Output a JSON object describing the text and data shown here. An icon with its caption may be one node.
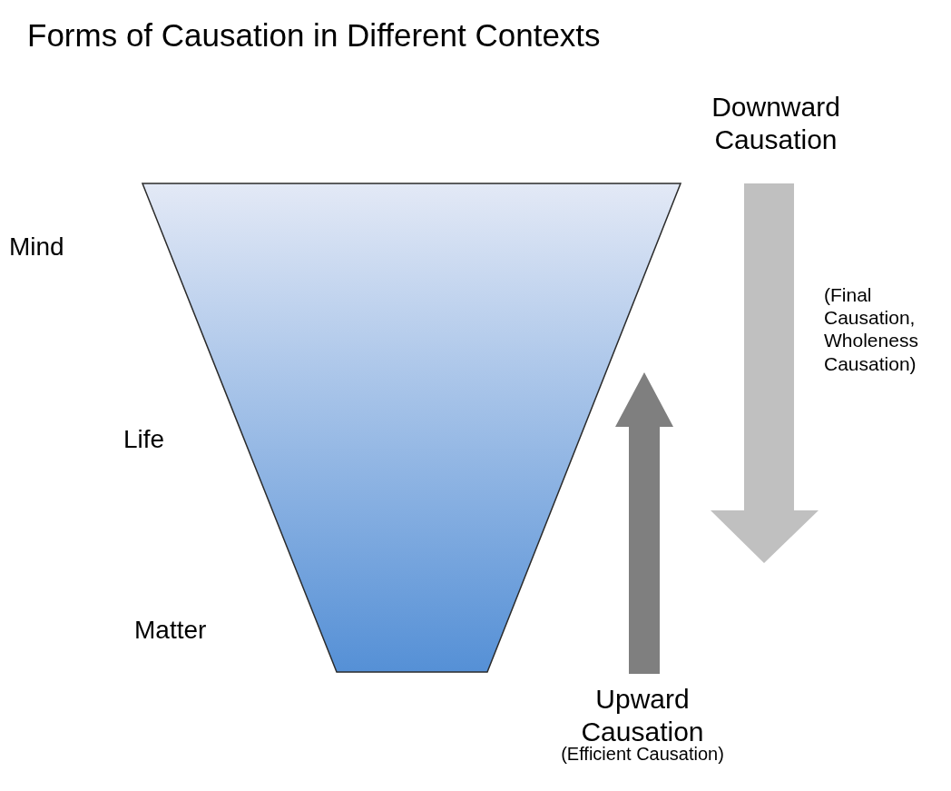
{
  "diagram": {
    "title": "Forms of Causation in Different Contexts",
    "labels": [
      "Mind",
      "Life",
      "Matter",
      "Downward Causation",
      "(Final Causation, Wholeness Causation)",
      "Upward Causation",
      "(Efficient Causation)"
    ]
  }
}
